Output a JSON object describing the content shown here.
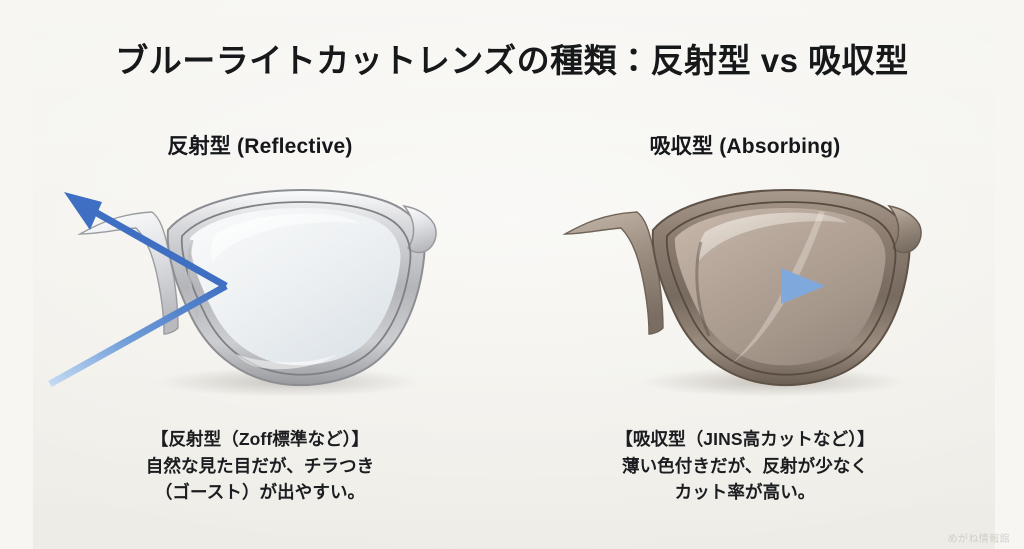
{
  "page": {
    "title": "ブルーライトカットレンズの種類：反射型 vs 吸収型",
    "background_color": "#f3f1ec",
    "watermark": "めがね情報館"
  },
  "panels": [
    {
      "id": "reflective",
      "heading": "反射型 (Reflective)",
      "illustration": {
        "name": "clear-glasses-reflective",
        "frame_color": "#bcbcbe",
        "lens_color": "#eef1f3",
        "incoming_ray_color": "#7fa8dd",
        "reflected_ray_color": "#3a6bc0",
        "rays": [
          {
            "name": "incoming-ray",
            "direction": "horizontal-right"
          },
          {
            "name": "reflected-ray-up",
            "direction": "up-left",
            "arrowhead": true
          },
          {
            "name": "reflected-ray-down",
            "direction": "down-left",
            "arrowhead": false
          }
        ]
      },
      "caption_lines": [
        "【反射型（Zoff標準など）】",
        "自然な見た目だが、チラつき",
        "（ゴースト）が出やすい。"
      ]
    },
    {
      "id": "absorbing",
      "heading": "吸収型 (Absorbing)",
      "illustration": {
        "name": "tinted-glasses-absorbing",
        "frame_color": "#8a7a6d",
        "lens_color": "#b0a094",
        "incoming_ray_color": "#7fa8dd",
        "rays": [
          {
            "name": "through-ray",
            "direction": "horizontal-right",
            "arrowhead": true
          }
        ]
      },
      "caption_lines": [
        "【吸収型（JINS高カットなど）】",
        "薄い色付きだが、反射が少なく",
        "カット率が高い。"
      ]
    }
  ]
}
